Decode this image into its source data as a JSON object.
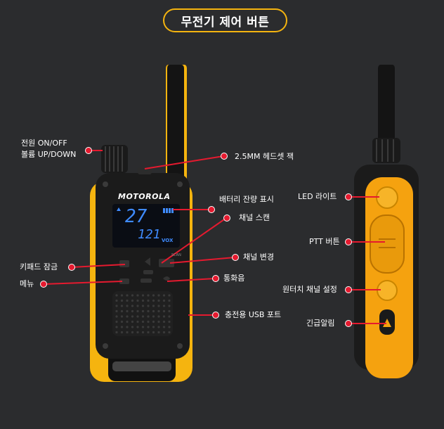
{
  "title": "무전기 제어 버튼",
  "colors": {
    "accent": "#f5b40f",
    "marker": "#e51a2f",
    "lcd": "#3f8bff",
    "body": "#1b1b1b"
  },
  "device": {
    "brand": "MOTOROLA",
    "channel_display": "27",
    "code_display": "121",
    "vox_label": "VOX",
    "scan_label": "SCAN"
  },
  "labels": {
    "power": "전원 ON/OFF",
    "volume": "볼륨 UP/DOWN",
    "headset": "2.5MM 헤드셋 잭",
    "battery": "배터리 잔량 표시",
    "scan": "채널 스캔",
    "channel_change": "채널 변경",
    "keypad_lock": "키패드 잠금",
    "menu": "메뉴",
    "call_tone": "통화음",
    "usb": "충전용 USB 포트",
    "led": "LED 라이트",
    "ptt": "PTT 버튼",
    "one_touch": "원터치 채널 설정",
    "emergency": "긴급알림"
  }
}
